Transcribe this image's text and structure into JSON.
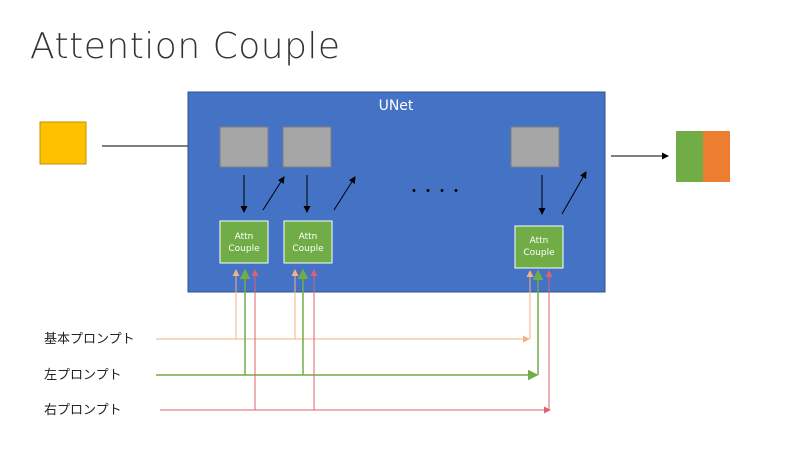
{
  "title": "Attention Couple",
  "unet": {
    "label": "UNet"
  },
  "attn_couple": {
    "line1": "Attn",
    "line2": "Couple"
  },
  "ellipsis": "・・・・",
  "prompts": {
    "base": "基本プロンプト",
    "left": "左プロンプト",
    "right": "右プロンプト"
  },
  "colors": {
    "unet_fill": "#4472C4",
    "input_square": "#FFC000",
    "block_gray": "#A6A6A6",
    "attn_green": "#70AD47",
    "base_line": "#F4B183",
    "left_line": "#70AD47",
    "right_line": "#E06070",
    "output_left": "#70AD47",
    "output_right": "#ED7D31"
  }
}
